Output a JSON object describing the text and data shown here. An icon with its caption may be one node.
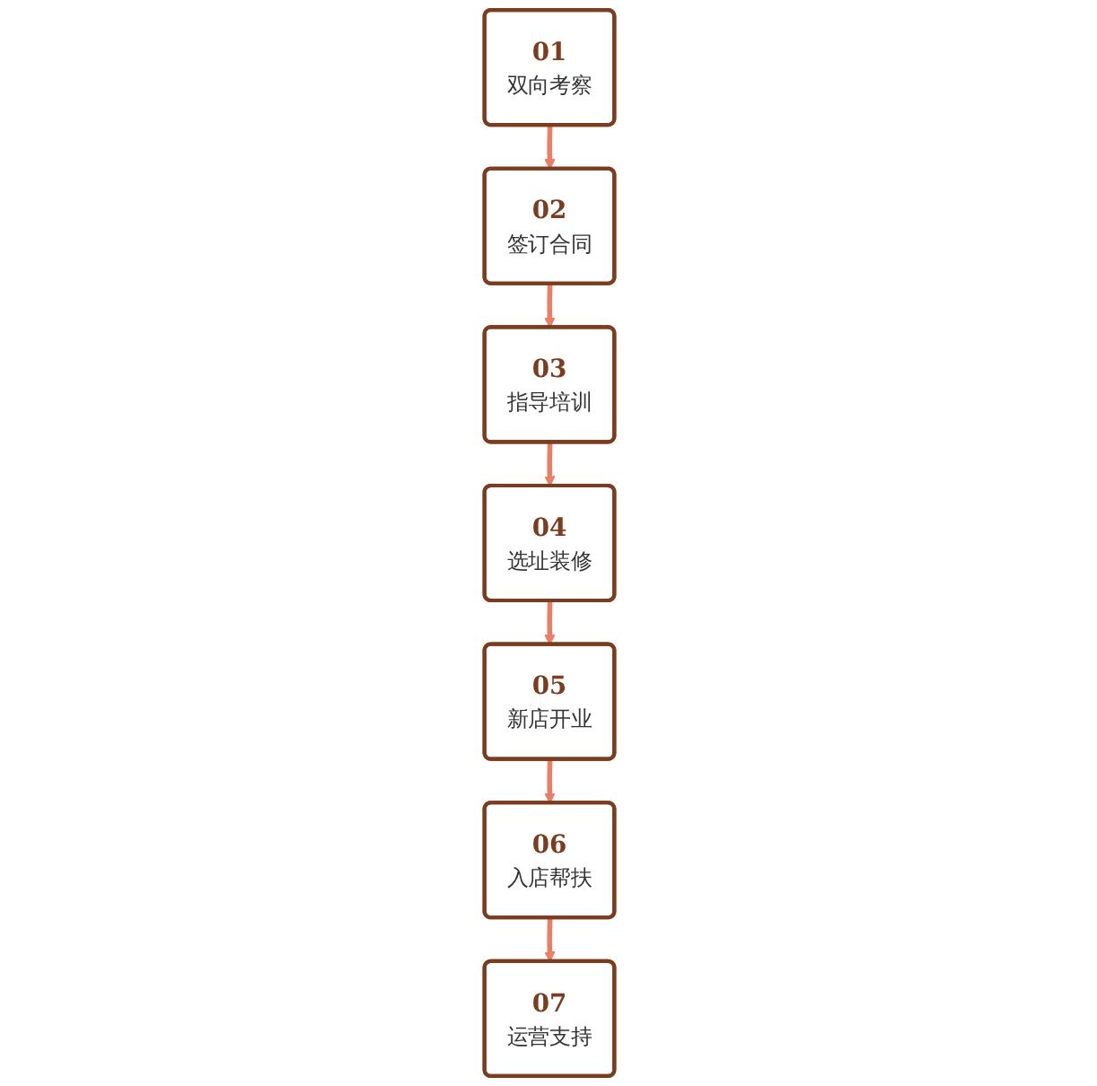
{
  "diagram": {
    "nodes": [
      {
        "text": [
          "01",
          "双向考察"
        ]
      },
      {
        "text": [
          "02",
          "签订合同"
        ]
      },
      {
        "text": [
          "03",
          "指导培训"
        ]
      },
      {
        "text": [
          "04",
          "选址装修"
        ]
      },
      {
        "text": [
          "05",
          "新店开业"
        ]
      },
      {
        "text": [
          "06",
          "入店帮扶"
        ]
      },
      {
        "text": [
          "07",
          "运营支持"
        ]
      }
    ],
    "edges": [
      {
        "from": 0,
        "to": 1,
        "arrow": "to"
      },
      {
        "from": 1,
        "to": 2,
        "arrow": "to"
      },
      {
        "from": 2,
        "to": 3,
        "arrow": "to"
      },
      {
        "from": 3,
        "to": 4,
        "arrow": "to"
      },
      {
        "from": 4,
        "to": 5,
        "arrow": "to"
      },
      {
        "from": 5,
        "to": 6,
        "arrow": "to"
      }
    ]
  }
}
